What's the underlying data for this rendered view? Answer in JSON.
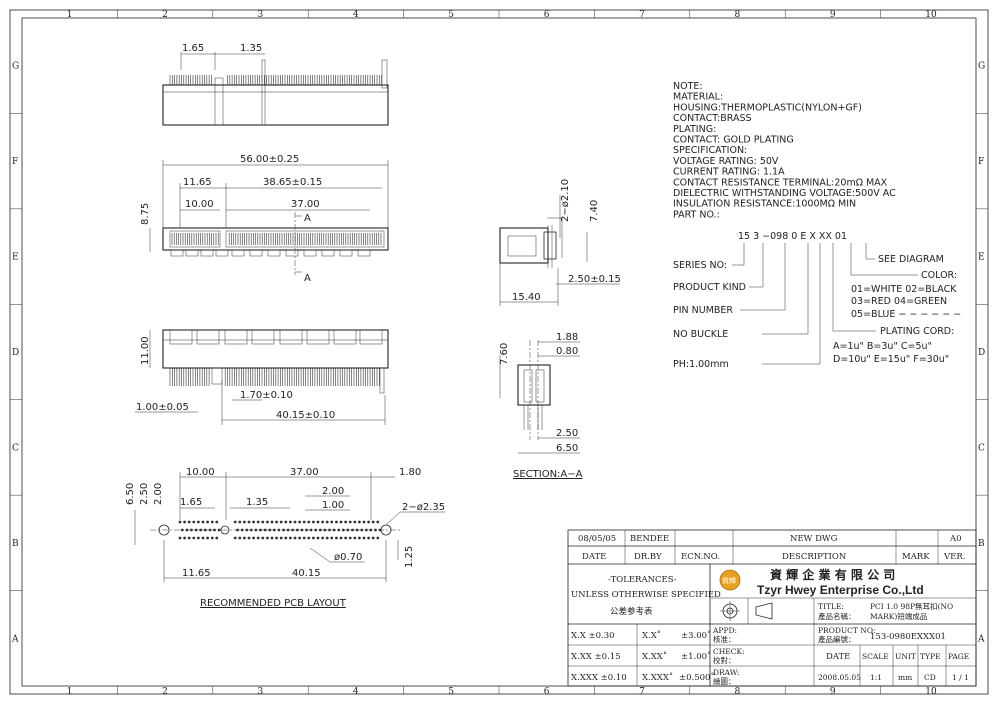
{
  "frame": {
    "col_numbers": [
      "1",
      "2",
      "3",
      "4",
      "5",
      "6",
      "7",
      "8",
      "9",
      "10"
    ],
    "row_letters": [
      "G",
      "F",
      "E",
      "D",
      "C",
      "B",
      "A"
    ]
  },
  "dims": {
    "top_165": "1.65",
    "top_135": "1.35",
    "d5600": "56.00±0.25",
    "d1165": "11.65",
    "d3865": "38.65±0.15",
    "d1000": "10.00",
    "d3700": "37.00",
    "d875": "8.75",
    "secA1": "A",
    "secA2": "A",
    "d1100": "11.00",
    "d170": "1.70±0.10",
    "d100": "1.00±0.05",
    "d4015": "40.15±0.10",
    "s_2phi210": "2−ø2.10",
    "s_740": "7.40",
    "s_250": "2.50±0.15",
    "s_1540": "15.40",
    "x_760": "7.60",
    "x_188": "1.88",
    "x_080": "0.80",
    "x_250": "2.50",
    "x_650": "6.50",
    "section_label": "SECTION:A−A",
    "p_1000": "10.00",
    "p_3700": "37.00",
    "p_180": "1.80",
    "p_650": "6.50",
    "p_250": "2.50",
    "p_200v": "2.00",
    "p_165": "1.65",
    "p_135": "1.35",
    "p_200h": "2.00",
    "p_100": "1.00",
    "p_2phi235": "2−ø2.35",
    "p_phi070": "ø0.70",
    "p_125": "1.25",
    "p_1165": "11.65",
    "p_4015": "40.15",
    "pcb_caption": "RECOMMENDED  PCB  LAYOUT"
  },
  "notes": [
    "NOTE:",
    "MATERIAL:",
    "HOUSING:THERMOPLASTIC(NYLON+GF)",
    "CONTACT:BRASS",
    "PLATING:",
    "CONTACT:  GOLD  PLATING",
    "SPECIFICATION:",
    "VOLTAGE  RATING:  50V",
    "CURRENT  RATING:  1.1A",
    "CONTACT  RESISTANCE  TERMINAL:20mΩ  MAX",
    "DIELECTRIC  WITHSTANDING  VOLTAGE:500V  AC",
    "INSULATION  RESISTANCE:1000MΩ  MIN",
    "PART  NO.:"
  ],
  "partno": {
    "code": "15  3  −098  0  E  X  XX  01",
    "series": "SERIES NO:",
    "kind": "PRODUCT KIND",
    "pin": "PIN NUMBER",
    "buckle": "NO BUCKLE",
    "ph": "PH:1.00mm",
    "see_diagram": "SEE  DIAGRAM",
    "color": "COLOR:",
    "color1": "01=WHITE  02=BLACK",
    "color2": "03=RED   04=GREEN",
    "color3": "05=BLUE  − − − − − −",
    "plating": "PLATING  CORD:",
    "plating1": "A=1u\"   B=3u\"   C=5u\"",
    "plating2": "D=10u\"  E=15u\"  F=30u\""
  },
  "titleblock": {
    "rev_date": "08/05/05",
    "rev_by": "BENDEE",
    "rev_desc": "NEW DWG",
    "rev_ver": "A0",
    "h_date": "DATE",
    "h_drby": "DR.BY",
    "h_ecn": "ECN.NO.",
    "h_desc": "DESCRIPTION",
    "h_mark": "MARK",
    "h_ver": "VER.",
    "tol1": "-TOLERANCES-",
    "tol2": "UNLESS OTHERWISE SPECIFIED",
    "tol3": "公差参考表",
    "company_cn": "資 輝 企 業 有 限 公 司",
    "company_en": "Tzyr Hwey Enterprise Co.,Ltd",
    "logo_text": "資輝",
    "title_lbl1": "TITLE:",
    "title_lbl2": "產品名稱：",
    "title_val1": "PCI 1.0 98P無耳扣(NO",
    "title_val2": "MARK)短端成品",
    "prod_lbl1": "PRODUCT NO:",
    "prod_lbl2": "產品編號：",
    "prod_val": "153-0980EXXX01",
    "t1a": "X.X    ±0.30",
    "t1b": "X.X˚",
    "t1c": "±3.00˚",
    "t2a": "X.XX  ±0.15",
    "t2b": "X.XX˚",
    "t2c": "±1.00˚",
    "t3a": "X.XXX  ±0.10",
    "t3b": "X.XXX˚",
    "t3c": "±0.500˚",
    "apd1": "APPD:",
    "apd2": "核准：",
    "chk1": "CHECK:",
    "chk2": "校對：",
    "drw1": "DRAW:",
    "drw2": "繪圖：",
    "h2_date": "DATE",
    "h2_scale": "SCALE",
    "h2_unit": "UNIT",
    "h2_type": "TYPE",
    "h2_page": "PAGE",
    "v_date": "2008.05.05",
    "v_scale": "1:1",
    "v_unit": "mm",
    "v_type": "CD",
    "v_page": "1 / 1"
  }
}
